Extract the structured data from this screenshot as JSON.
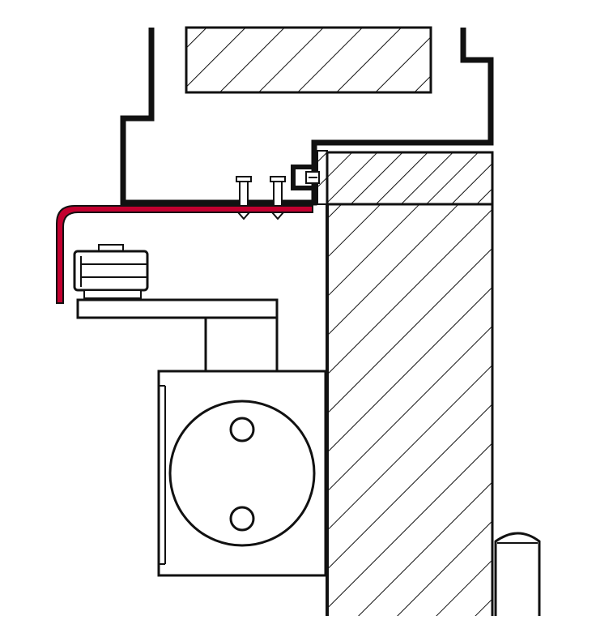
{
  "diagram": {
    "type": "technical cross-section",
    "colors": {
      "background": "#ffffff",
      "line": "#111111",
      "highlight": "#c3002f"
    },
    "parts": [
      "frame-profile-outline",
      "door-leaf-hatched",
      "door-top-edge-hatched",
      "wall-block-hatched",
      "mounting-plate-highlight",
      "mounting-screws",
      "clip-bracket",
      "roller-assembly",
      "slide-arm",
      "arm-post",
      "closer-body",
      "closer-spindle-disc",
      "hinge-pin"
    ]
  }
}
